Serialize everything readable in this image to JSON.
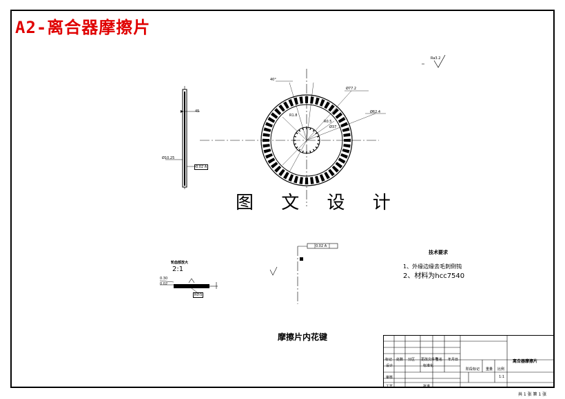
{
  "title": "A2-离合器摩擦片",
  "watermark": "图 文 设 计",
  "caption": "摩擦片内花键",
  "roughness_top": "Ra3.2",
  "side_view": {
    "dim_right": "45",
    "dim_left": "Ø10.25",
    "tol_box": "0.02 A"
  },
  "front_view_labels": [
    "40°",
    "Ø77.2",
    "Ø62.4",
    "R1.8",
    "R0.5",
    "Ø37"
  ],
  "detail": {
    "label": "轮齿部放大",
    "scale": "2:1",
    "dims": [
      "0.30",
      "0.02",
      "R0.5"
    ]
  },
  "gdt_frame": "0.02 A",
  "requirements": {
    "title": "技术要求",
    "items": [
      "1、外缘边缘去毛刺倒钝",
      "2、材料为hcc7540"
    ]
  },
  "title_block": {
    "part_name": "离合器摩擦片",
    "cells": [
      "标记",
      "处数",
      "分区",
      "更改文件号",
      "签名",
      "年月日",
      "设计",
      "标准化",
      "阶段标记",
      "重量",
      "比例",
      "审核",
      "工艺",
      "批准",
      "1:1"
    ],
    "sheet": "共 1 张 第 1 张"
  }
}
